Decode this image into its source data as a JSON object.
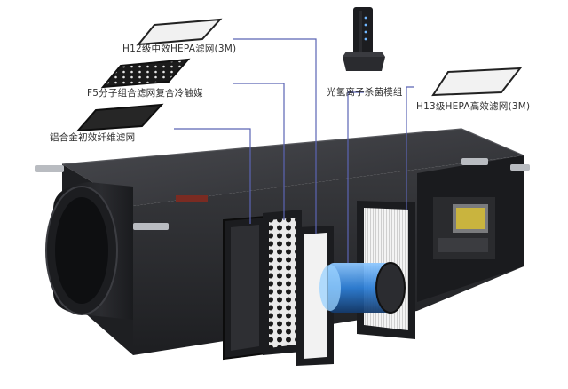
{
  "callouts": {
    "h12_filter": "H12级中效HEPA滤网(3M)",
    "f5_filter": "F5分子组合滤网复合冷触媒",
    "alu_filter": "铝合金初效纤维滤网",
    "photo_module": "光氢离子杀菌模组",
    "h13_filter": "H13级HEPA高效滤网(3M)"
  },
  "colors": {
    "leader_line": "#5b64b3",
    "housing_dark": "#2b2c2f",
    "housing_top": "#3a3b3f",
    "uv_glow": "#3fa9ff"
  }
}
